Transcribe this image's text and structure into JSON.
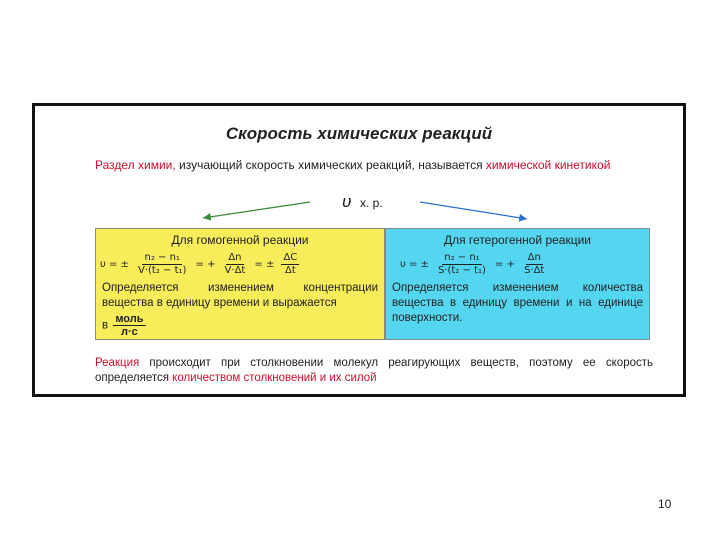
{
  "slide": {
    "title": "Скорость химических реакций",
    "intro_prefix": "Раздел химии,",
    "intro_middle": " изучающий скорость химических реакций, называется ",
    "intro_term": "химической кинетикой",
    "upsilon_symbol": "υ",
    "upsilon_label": "х. р.",
    "homogeneous": {
      "heading": "Для гомогенной реакции",
      "formula": {
        "lhs": "υ = ±",
        "f1_num": "n₂ − n₁",
        "f1_den": "V·(t₂ − t₁)",
        "eq2": "= +",
        "f2_num": "Δn",
        "f2_den": "V·Δt",
        "eq3": "= ±",
        "f3_num": "ΔC",
        "f3_den": "Δt"
      },
      "description": "Определяется изменением концентрации вещества в единицу времени и выражается",
      "unit_prefix": "в",
      "unit_num": "моль",
      "unit_den": "л·с"
    },
    "heterogeneous": {
      "heading": "Для гетерогенной реакции",
      "formula": {
        "lhs": "υ = ±",
        "f1_num": "n₂ − n₁",
        "f1_den": "S·(t₂ − t₁)",
        "eq2": "= +",
        "f2_num": "Δn",
        "f2_den": "S·Δt"
      },
      "description": "Определяется изменением количества вещества в единицу времени и на единице поверхности."
    },
    "footer_prefix": "Реакция",
    "footer_middle": " происходит при столкновении молекул реагирующих веществ, поэтому ее скорость определяется ",
    "footer_term": "количеством столкновений и их силой",
    "page_number": "10"
  },
  "colors": {
    "accent_red": "#c8102e",
    "panel_yellow": "#f7ec5a",
    "panel_cyan": "#55d6f0",
    "arrow_left": "#3a8a3a",
    "arrow_right": "#2a6fd0"
  }
}
